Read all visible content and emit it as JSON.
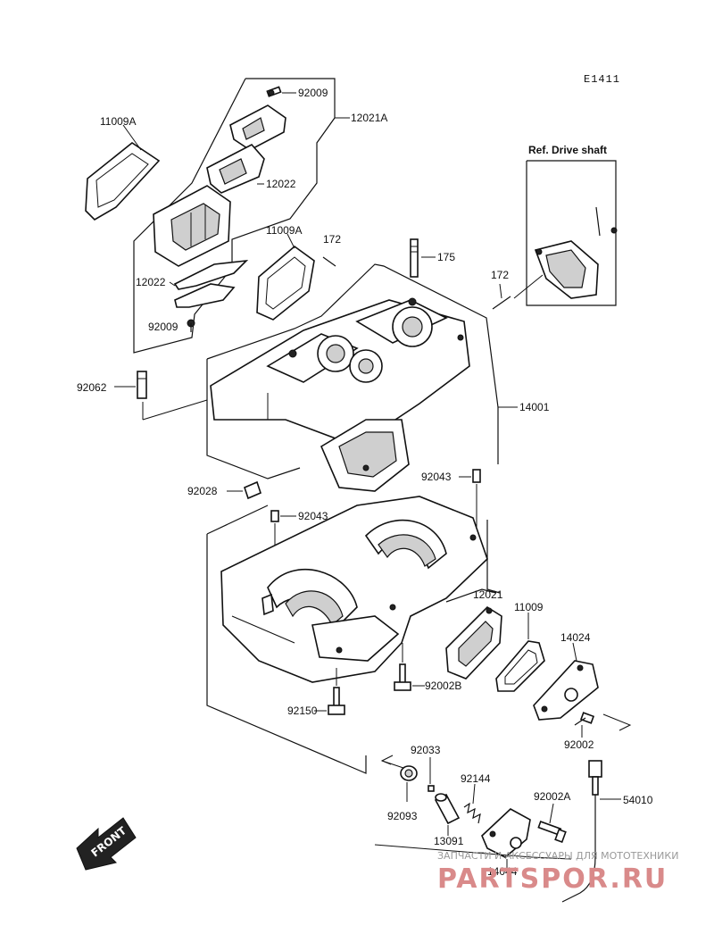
{
  "diagram_code": "E1411",
  "reference_label": "Ref. Drive shaft",
  "front_label": "FRONT",
  "watermark": {
    "subtitle": "ЗАПЧАСТИ И АКСЕССУАРЫ ДЛЯ МОТОТЕХНИКИ",
    "brand": "PARTSPOR.RU"
  },
  "parts": {
    "p11009A_1": "11009A",
    "p92009_top": "92009",
    "p12021A": "12021A",
    "p12022_top": "12022",
    "p11009A_2": "11009A",
    "p172_1": "172",
    "p175": "175",
    "p172_2": "172",
    "p12022_bot": "12022",
    "p92009_bot": "92009",
    "p92062": "92062",
    "p14001": "14001",
    "p92043_1": "92043",
    "p92028": "92028",
    "p92043_2": "92043",
    "p12021": "12021",
    "p11009": "11009",
    "p14024": "14024",
    "p92002B": "92002B",
    "p92150": "92150",
    "p92002": "92002",
    "p92033": "92033",
    "p92144": "92144",
    "p92002A": "92002A",
    "p54010": "54010",
    "p92093": "92093",
    "p13091": "13091",
    "p14044": "14044"
  }
}
